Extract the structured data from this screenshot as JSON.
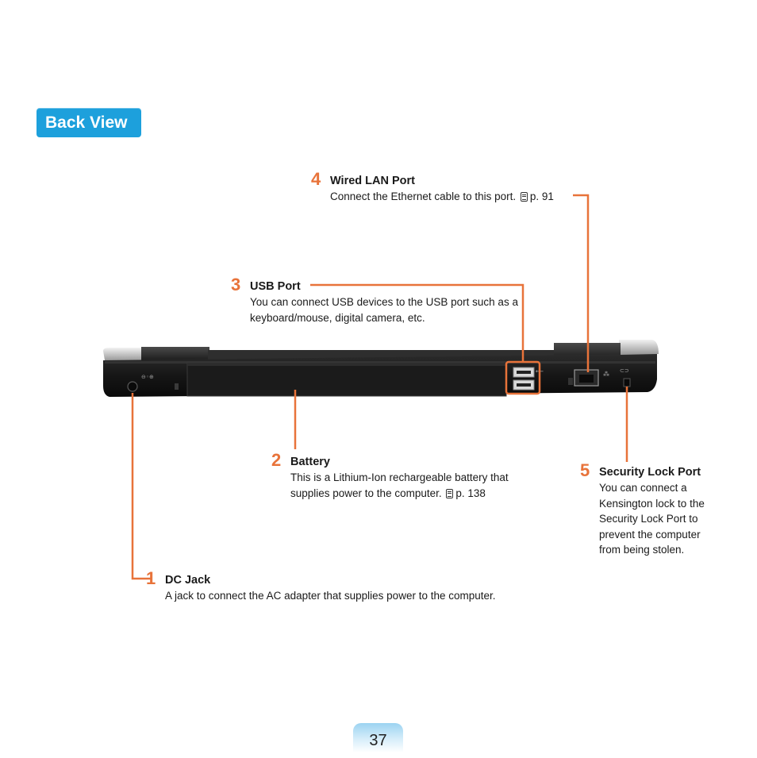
{
  "section_title": "Back View",
  "callouts": [
    {
      "number": "1",
      "title": "DC Jack",
      "desc": "A jack to connect the AC adapter that supplies power to the computer."
    },
    {
      "number": "2",
      "title": "Battery",
      "desc_line1": "This is a Lithium-Ion rechargeable battery that",
      "desc_line2": "supplies power to the computer.",
      "ref": "p. 138"
    },
    {
      "number": "3",
      "title": "USB Port",
      "desc": "You can connect USB devices to the USB port such as a keyboard/mouse, digital camera, etc."
    },
    {
      "number": "4",
      "title": "Wired LAN Port",
      "desc": "Connect the Ethernet cable to this port.",
      "ref": "p. 91"
    },
    {
      "number": "5",
      "title": "Security Lock Port",
      "desc": "You can connect a Kensington lock to the Security Lock Port to prevent the computer from being stolen."
    }
  ],
  "colors": {
    "accent": "#e8733a",
    "badge": "#1da0dc"
  },
  "page_number": "37"
}
